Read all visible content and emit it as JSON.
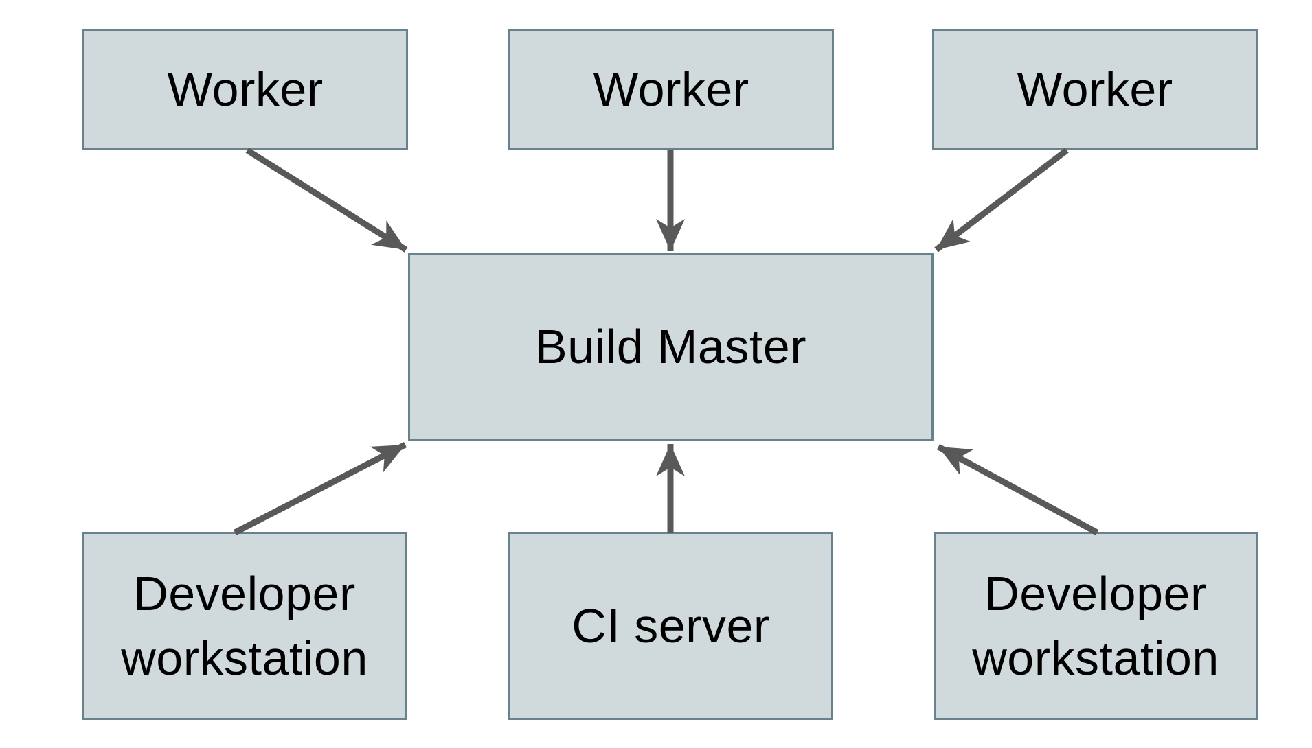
{
  "diagram": {
    "nodes": [
      {
        "id": "worker-1",
        "label": "Worker"
      },
      {
        "id": "worker-2",
        "label": "Worker"
      },
      {
        "id": "worker-3",
        "label": "Worker"
      },
      {
        "id": "build-master",
        "label": "Build Master"
      },
      {
        "id": "developer-workstation-left",
        "label": "Developer workstation"
      },
      {
        "id": "ci-server",
        "label": "CI server"
      },
      {
        "id": "developer-workstation-right",
        "label": "Developer workstation"
      }
    ],
    "edges": [
      {
        "from": "worker-1",
        "to": "build-master"
      },
      {
        "from": "worker-2",
        "to": "build-master"
      },
      {
        "from": "worker-3",
        "to": "build-master"
      },
      {
        "from": "developer-workstation-left",
        "to": "build-master"
      },
      {
        "from": "ci-server",
        "to": "build-master"
      },
      {
        "from": "developer-workstation-right",
        "to": "build-master"
      }
    ],
    "colors": {
      "node_fill": "#d0d9db",
      "node_border": "#68828d",
      "arrow": "#595959",
      "text": "#000000",
      "background": "#ffffff"
    }
  }
}
